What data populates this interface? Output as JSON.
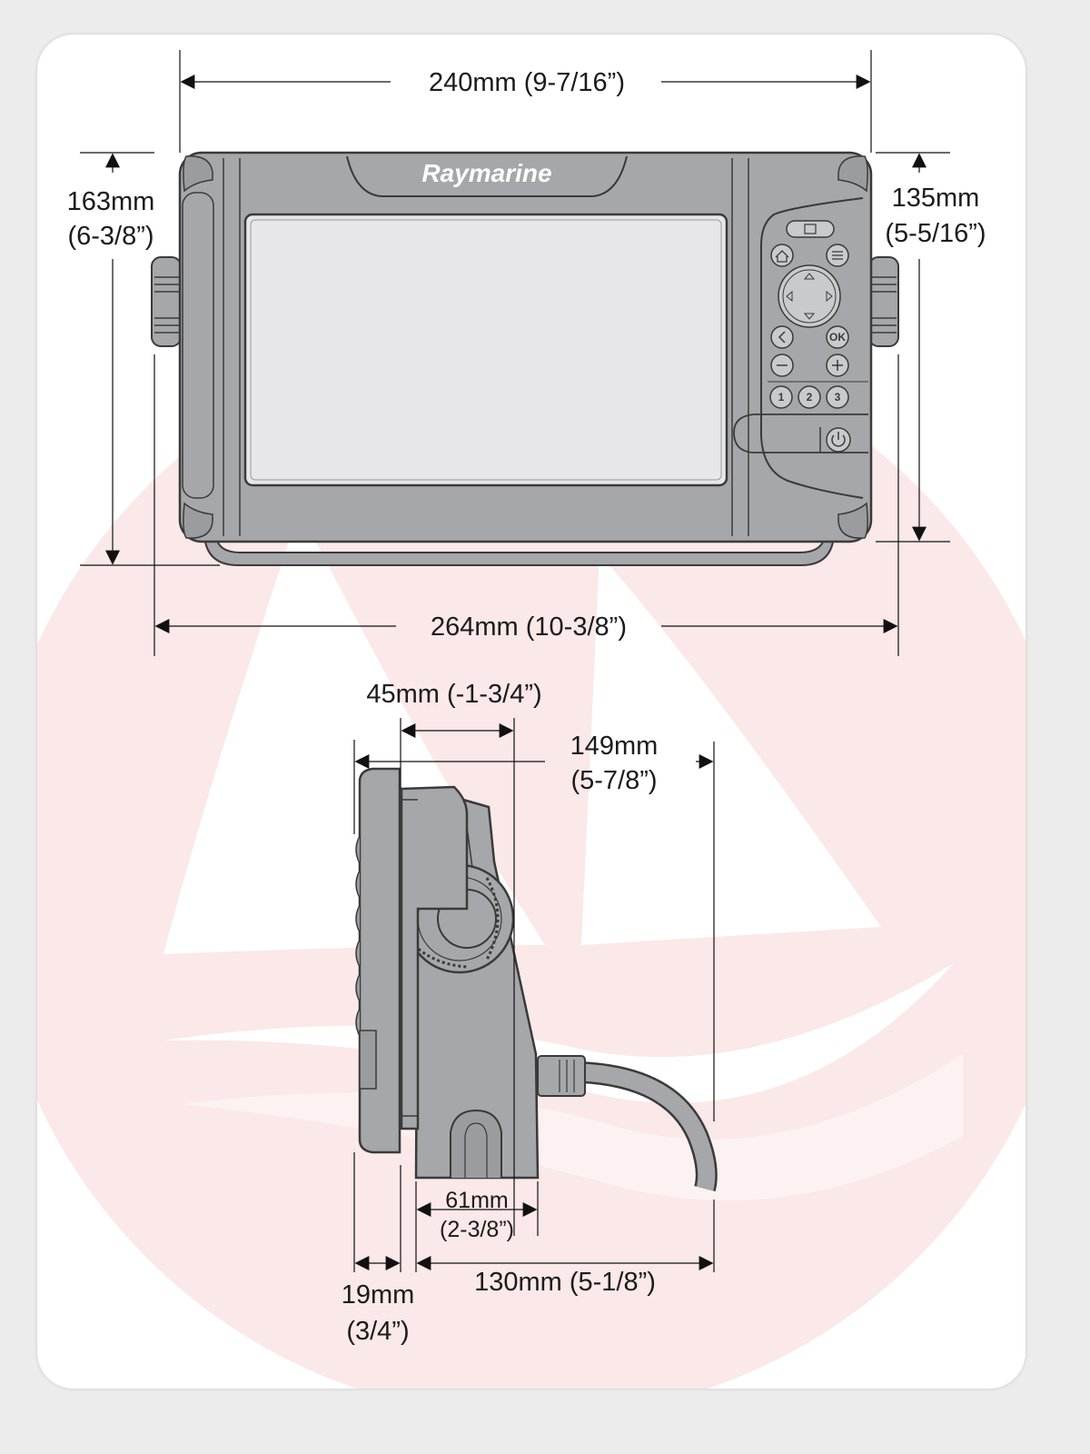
{
  "device": {
    "brand": "Raymarine",
    "keys": {
      "ok": "OK",
      "one": "1",
      "two": "2",
      "three": "3"
    }
  },
  "dimensions": {
    "width_bezel": "240mm (9-7/16”)",
    "height_overall_mm": "163mm",
    "height_overall_in": "(6-3/8”)",
    "height_bezel_mm": "135mm",
    "height_bezel_in": "(5-5/16”)",
    "width_overall": "264mm (10-3/8”)",
    "depth_bracket": "45mm (-1-3/4”)",
    "depth_total_mm": "149mm",
    "depth_total_in": "(5-7/8”)",
    "bracket_base_mm": "61mm",
    "bracket_base_in": "(2-3/8”)",
    "bezel_depth_mm": "19mm",
    "bezel_depth_in": "(3/4”)",
    "depth_body": "130mm (5-1/8”)"
  },
  "colors": {
    "device_body": "#a6a7aa",
    "device_outline": "#3a3a3a",
    "screen": "#e7e7e9",
    "watermark": "#fbe8e8",
    "dimension_line": "#111111"
  }
}
